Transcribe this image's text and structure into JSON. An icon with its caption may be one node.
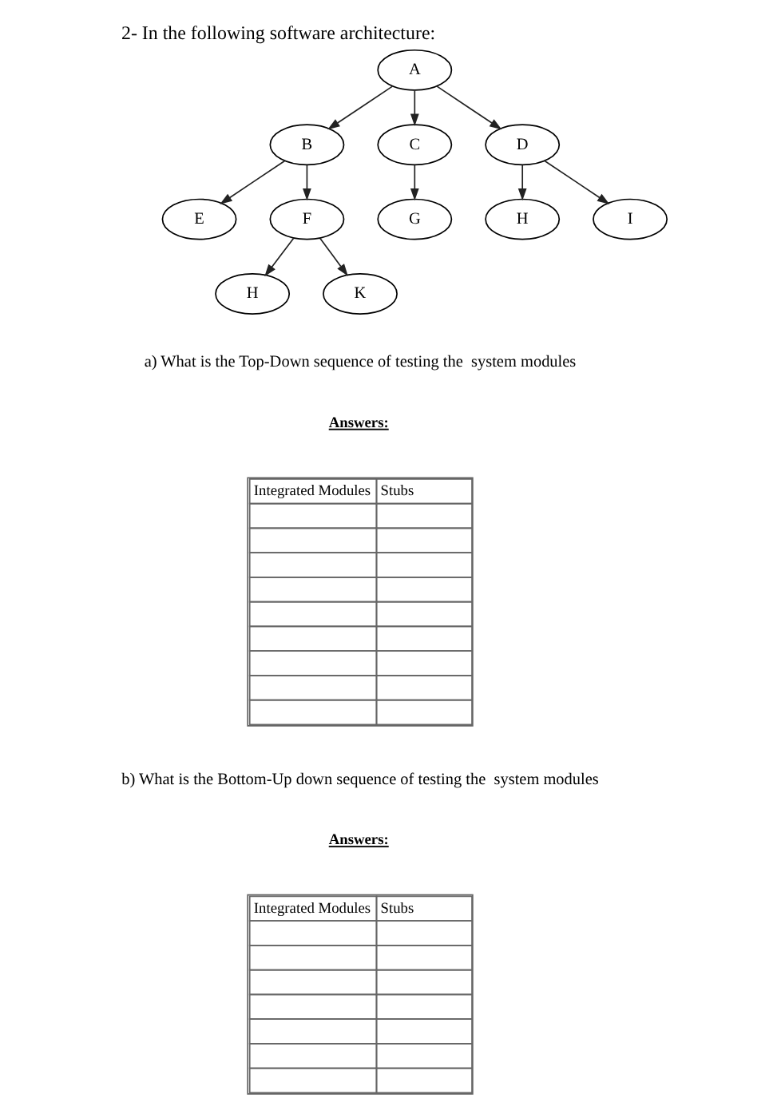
{
  "diagram": {
    "title": "2- In the following software architecture:",
    "nodes": [
      {
        "text": [
          "A"
        ]
      },
      {
        "text": [
          "B"
        ]
      },
      {
        "text": [
          "C"
        ]
      },
      {
        "text": [
          "D"
        ]
      },
      {
        "text": [
          "E"
        ]
      },
      {
        "text": [
          "F"
        ]
      },
      {
        "text": [
          "G"
        ]
      },
      {
        "text": [
          "H"
        ]
      },
      {
        "text": [
          "I"
        ]
      },
      {
        "text": [
          "H"
        ]
      },
      {
        "text": [
          "K"
        ]
      }
    ],
    "edges": [
      {
        "from": 0,
        "to": 1,
        "arrow": "to"
      },
      {
        "from": 0,
        "to": 2,
        "arrow": "to"
      },
      {
        "from": 0,
        "to": 3,
        "arrow": "to"
      },
      {
        "from": 1,
        "to": 4,
        "arrow": "to"
      },
      {
        "from": 1,
        "to": 5,
        "arrow": "to"
      },
      {
        "from": 2,
        "to": 6,
        "arrow": "to"
      },
      {
        "from": 3,
        "to": 7,
        "arrow": "to"
      },
      {
        "from": 3,
        "to": 8,
        "arrow": "to"
      },
      {
        "from": 5,
        "to": 9,
        "arrow": "to"
      },
      {
        "from": 5,
        "to": 10,
        "arrow": "to"
      }
    ],
    "labels": [
      "a) What is the Top-Down sequence of testing the  system modules",
      "Answers:",
      "Integrated Modules",
      "Stubs",
      "b) What is the Bottom-Up down sequence of testing the  system modules",
      "Answers:",
      "Integrated Modules",
      "Stubs"
    ]
  }
}
